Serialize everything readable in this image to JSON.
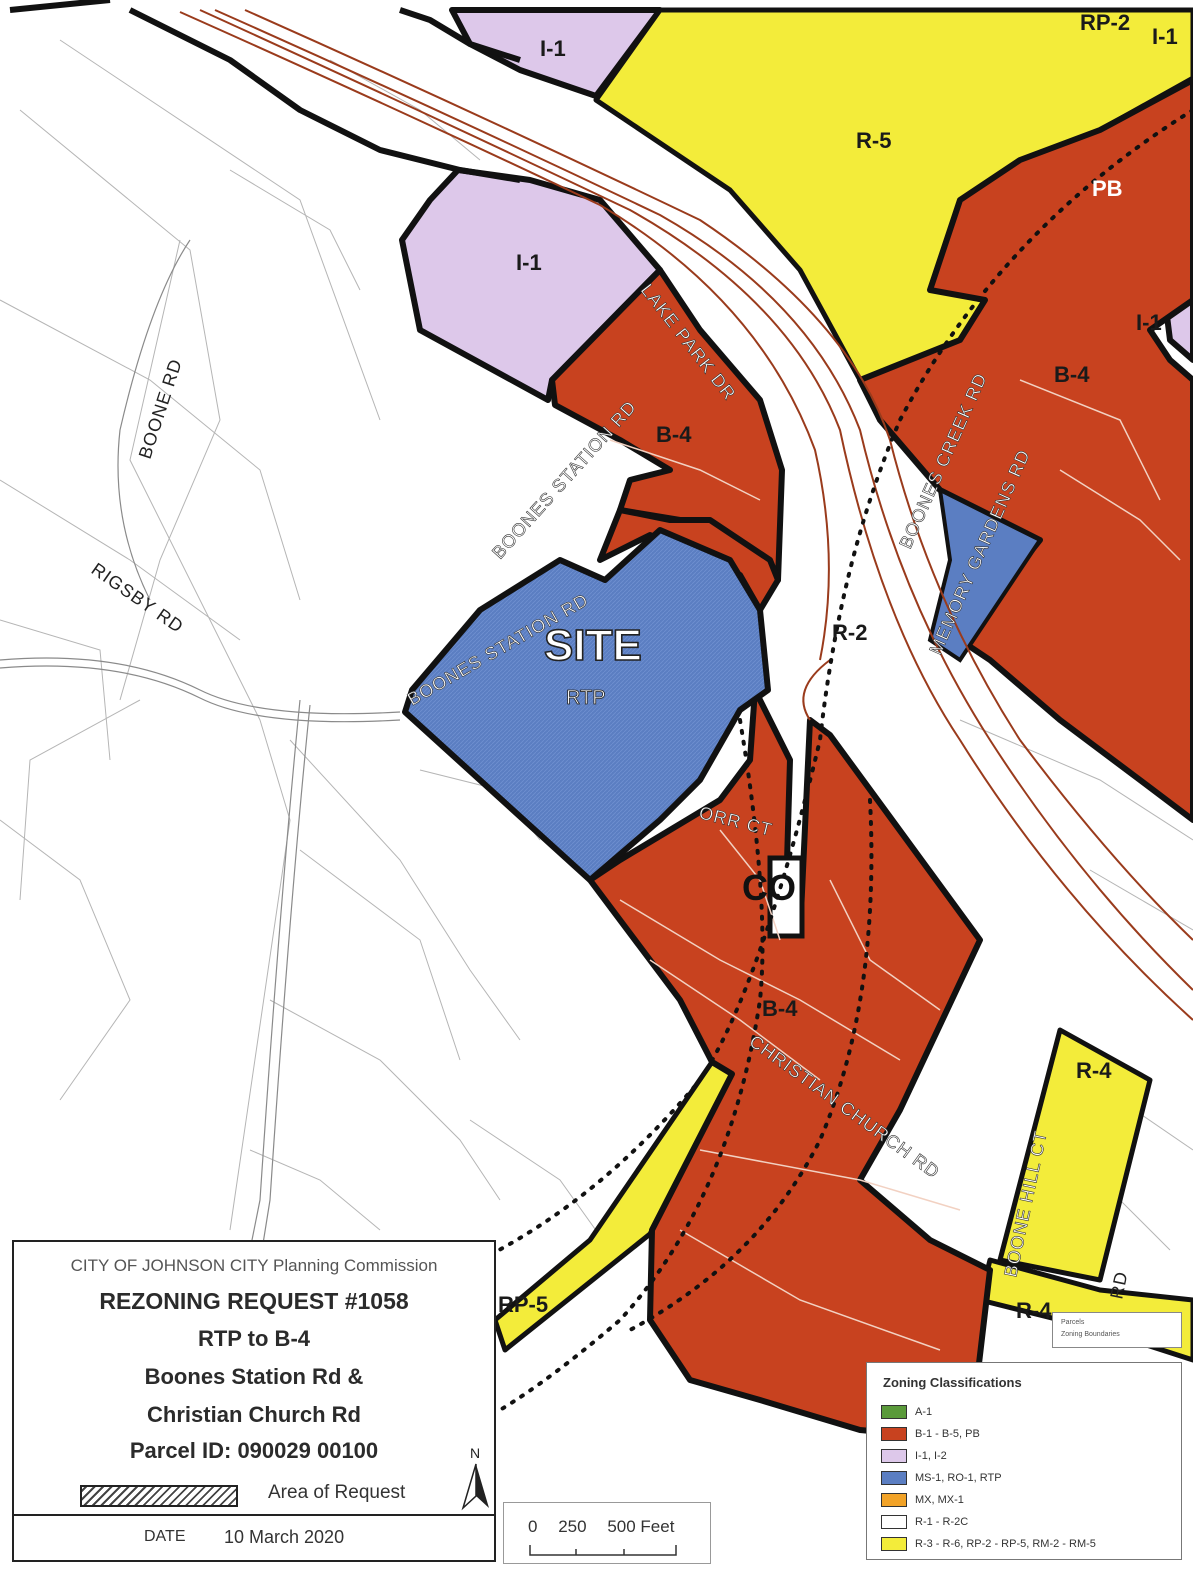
{
  "map": {
    "zone_labels": {
      "i1_top": "I-1",
      "rp2": "RP-2",
      "i1_corner": "I-1",
      "r5": "R-5",
      "pb": "PB",
      "i1_mid": "I-1",
      "i1_right": "I-1",
      "b4_right": "B-4",
      "b4_upper": "B-4",
      "site": "SITE",
      "rtp": "RTP",
      "r2": "R-2",
      "co": "CO",
      "b4_lower": "B-4",
      "r4_right": "R-4",
      "r4_bottom": "R-4",
      "rp5": "RP-5"
    },
    "road_labels": {
      "boone_rd": "BOONE RD",
      "rigsby_rd": "RIGSBY RD",
      "lake_park_dr": "LAKE PARK DR",
      "boones_station_upper": "BOONES STATION RD",
      "boones_station_lower": "BOONES STATION RD",
      "boones_creek_rd": "BOONES CREEK RD",
      "memory_gardens_rd": "MEMORY GARDENS RD",
      "orr_ct": "ORR CT",
      "christian_church_rd": "CHRISTIAN CHURCH RD",
      "boone_hill_ct": "BOONE HILL CT",
      "rd_fragment": "RD"
    }
  },
  "title_block": {
    "agency": "CITY OF JOHNSON CITY Planning Commission",
    "request": "REZONING REQUEST  #1058",
    "change": "RTP to B-4",
    "location_1": "Boones Station Rd &",
    "location_2": "Christian Church Rd",
    "parcel": "Parcel ID: 090029    00100",
    "area_label": "Area of Request",
    "north": "N",
    "date_label": "DATE",
    "date_value": "10 March 2020"
  },
  "scale_bar": {
    "labels": [
      "0",
      "250",
      "500 Feet"
    ]
  },
  "mini_legend": {
    "parcels": "Parcels",
    "zoning_boundary": "Zoning Boundaries"
  },
  "legend": {
    "title": "Zoning Classifications",
    "items": [
      {
        "label": "A-1",
        "color": "#5a9a3a"
      },
      {
        "label": "B-1  -  B-5, PB",
        "color": "#c8421f"
      },
      {
        "label": "I-1, I-2",
        "color": "#ddc8ea"
      },
      {
        "label": "MS-1, RO-1, RTP",
        "color": "#5b7ec2"
      },
      {
        "label": "MX, MX-1",
        "color": "#f2a328"
      },
      {
        "label": "R-1  -  R-2C",
        "color": "#ffffff"
      },
      {
        "label": "R-3 - R-6, RP-2 - RP-5, RM-2 - RM-5",
        "color": "#f3ec3a"
      }
    ]
  },
  "colors": {
    "business": "#c8421f",
    "industrial": "#ddc8ea",
    "rtp": "#5b7ec2",
    "residential_high": "#f3ec3a",
    "boundary": "#111111",
    "railroad": "#9a3b1c"
  }
}
